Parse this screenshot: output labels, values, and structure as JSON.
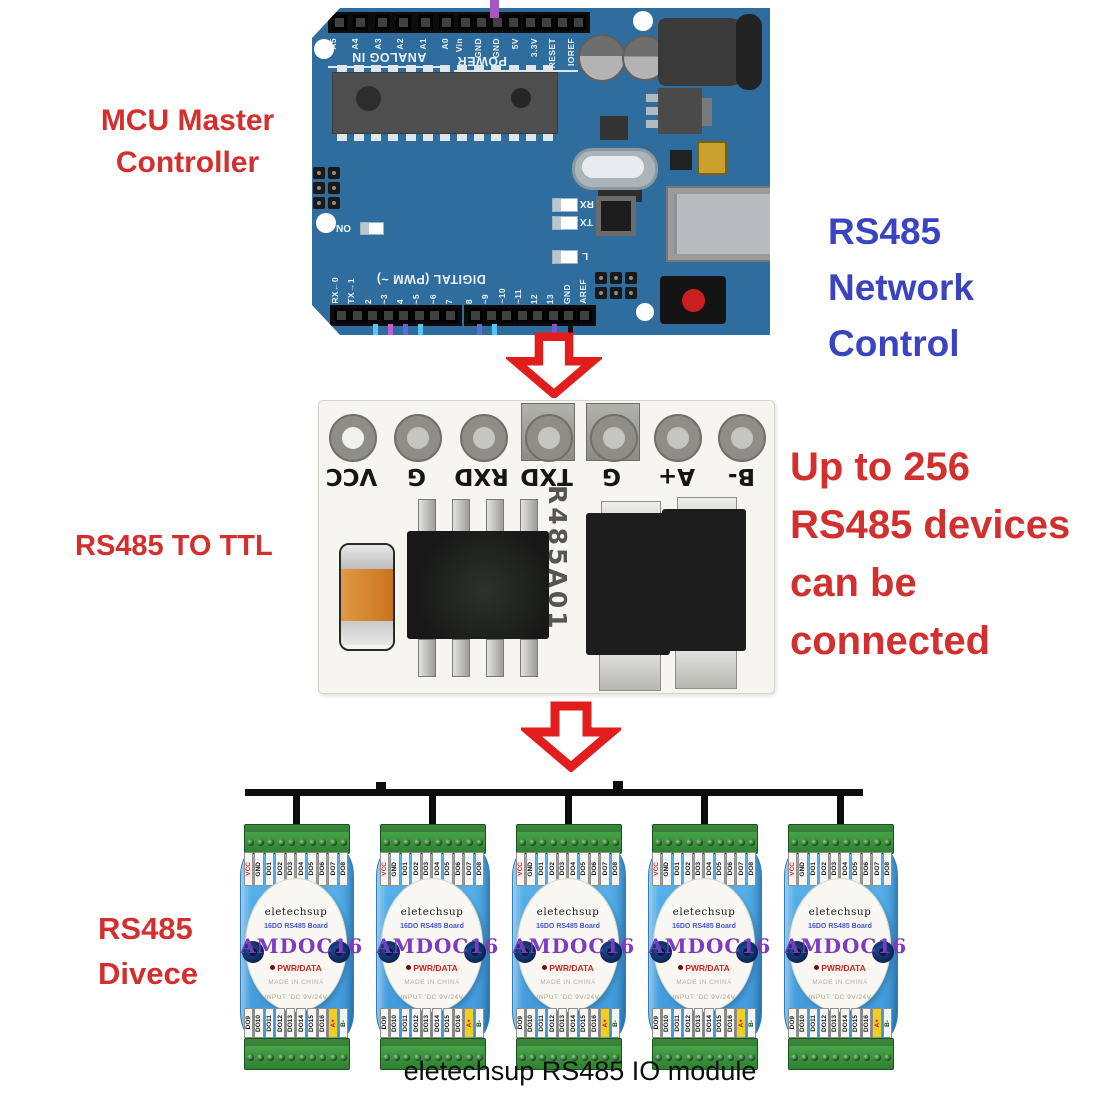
{
  "title_labels": {
    "mcu": [
      "MCU Master",
      "Controller"
    ],
    "network": [
      "RS485",
      "Network",
      "Control"
    ],
    "converter": "RS485 TO TTL",
    "capacity": [
      "Up to 256",
      "RS485 devices",
      "can be",
      "connected"
    ],
    "device": [
      "RS485",
      "Divece"
    ],
    "caption": "eletechsup RS485 IO module"
  },
  "arduino": {
    "analog_pins": [
      "A5",
      "A4",
      "A3",
      "A2",
      "A1",
      "A0"
    ],
    "analog_title": "ANALOG IN",
    "power_pins": [
      "Vin",
      "GND",
      "GND",
      "5V",
      "3.3V",
      "RESET",
      "IOREF"
    ],
    "power_title": "POWER",
    "digital_left": [
      "RX←0",
      "TX→1",
      "2",
      "~3",
      "4",
      "~5",
      "~6",
      "7"
    ],
    "digital_right": [
      "8",
      "~9",
      "~10",
      "~11",
      "12",
      "13",
      "GND",
      "AREF"
    ],
    "digital_title": "DIGITAL (PWM ~)",
    "on_led": "ON",
    "rx_led": "RX",
    "tx_led": "TX",
    "l_led": "L",
    "wire_stub_colors": [
      "#55c6f2",
      "#c05ed2",
      "#5f6ad8",
      "#55c6f2",
      "#5f6ad8",
      "#55c6f2",
      "#7e56d0",
      "#111111"
    ],
    "top_wire_color": "#a855c0"
  },
  "converter": {
    "pins": [
      "VCC",
      "G",
      "RXD",
      "TXD",
      "G",
      "A+",
      "B-"
    ],
    "silkscreen": "R485A01"
  },
  "io_module": {
    "count": 5,
    "top_labels": [
      "VCC",
      "GND",
      "DO1",
      "DO2",
      "DO3",
      "DO4",
      "DO5",
      "DO6",
      "DO7",
      "DO8"
    ],
    "bottom_labels": [
      "DO9",
      "DO10",
      "DO11",
      "DO12",
      "DO13",
      "DO14",
      "DO15",
      "DO16",
      "A+",
      "B-"
    ],
    "brand": "eletechsup",
    "subtitle": "16DO RS485 Board",
    "model": "AMDOC16",
    "status": "PWR/DATA",
    "info_line1": "MADE IN CHINA",
    "info_line2": "INPUT: DC 9V/24V"
  },
  "colors": {
    "red_text": "#d2302e",
    "blue_text": "#3b44c0",
    "arduino_board": "#2e6d9e",
    "module_body": "#48a8e8",
    "terminal_green": "#3c9a3c",
    "model_purple": "#7d3bbf",
    "arrow_red": "#e11d1d"
  }
}
